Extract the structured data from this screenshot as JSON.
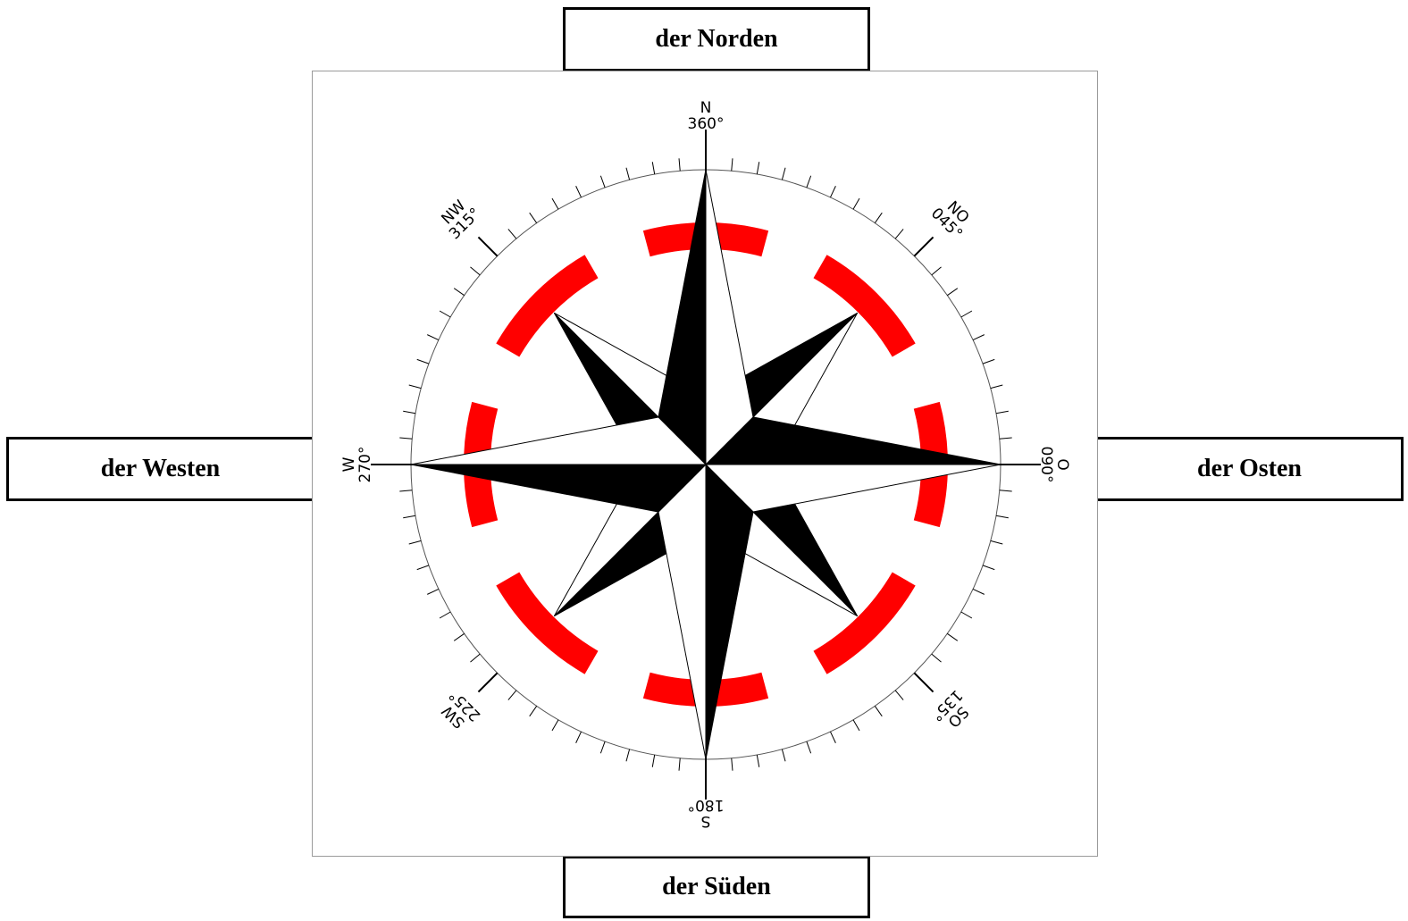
{
  "labels": {
    "north": "der Norden",
    "south": "der Süden",
    "west": "der Westen",
    "east": "der Osten"
  },
  "compass": {
    "markers": [
      {
        "letter": "N",
        "degree": "360°"
      },
      {
        "letter": "NO",
        "degree": "045°"
      },
      {
        "letter": "O",
        "degree": "090°"
      },
      {
        "letter": "SO",
        "degree": "135°"
      },
      {
        "letter": "S",
        "degree": "180°"
      },
      {
        "letter": "SW",
        "degree": "225°"
      },
      {
        "letter": "W",
        "degree": "270°"
      },
      {
        "letter": "NW",
        "degree": "315°"
      }
    ],
    "tick_interval_degrees": 5,
    "colors": {
      "ring_arcs": "#ff0000",
      "star_dark": "#000000",
      "star_light": "#ffffff",
      "frame": "#9a9a9a"
    }
  }
}
